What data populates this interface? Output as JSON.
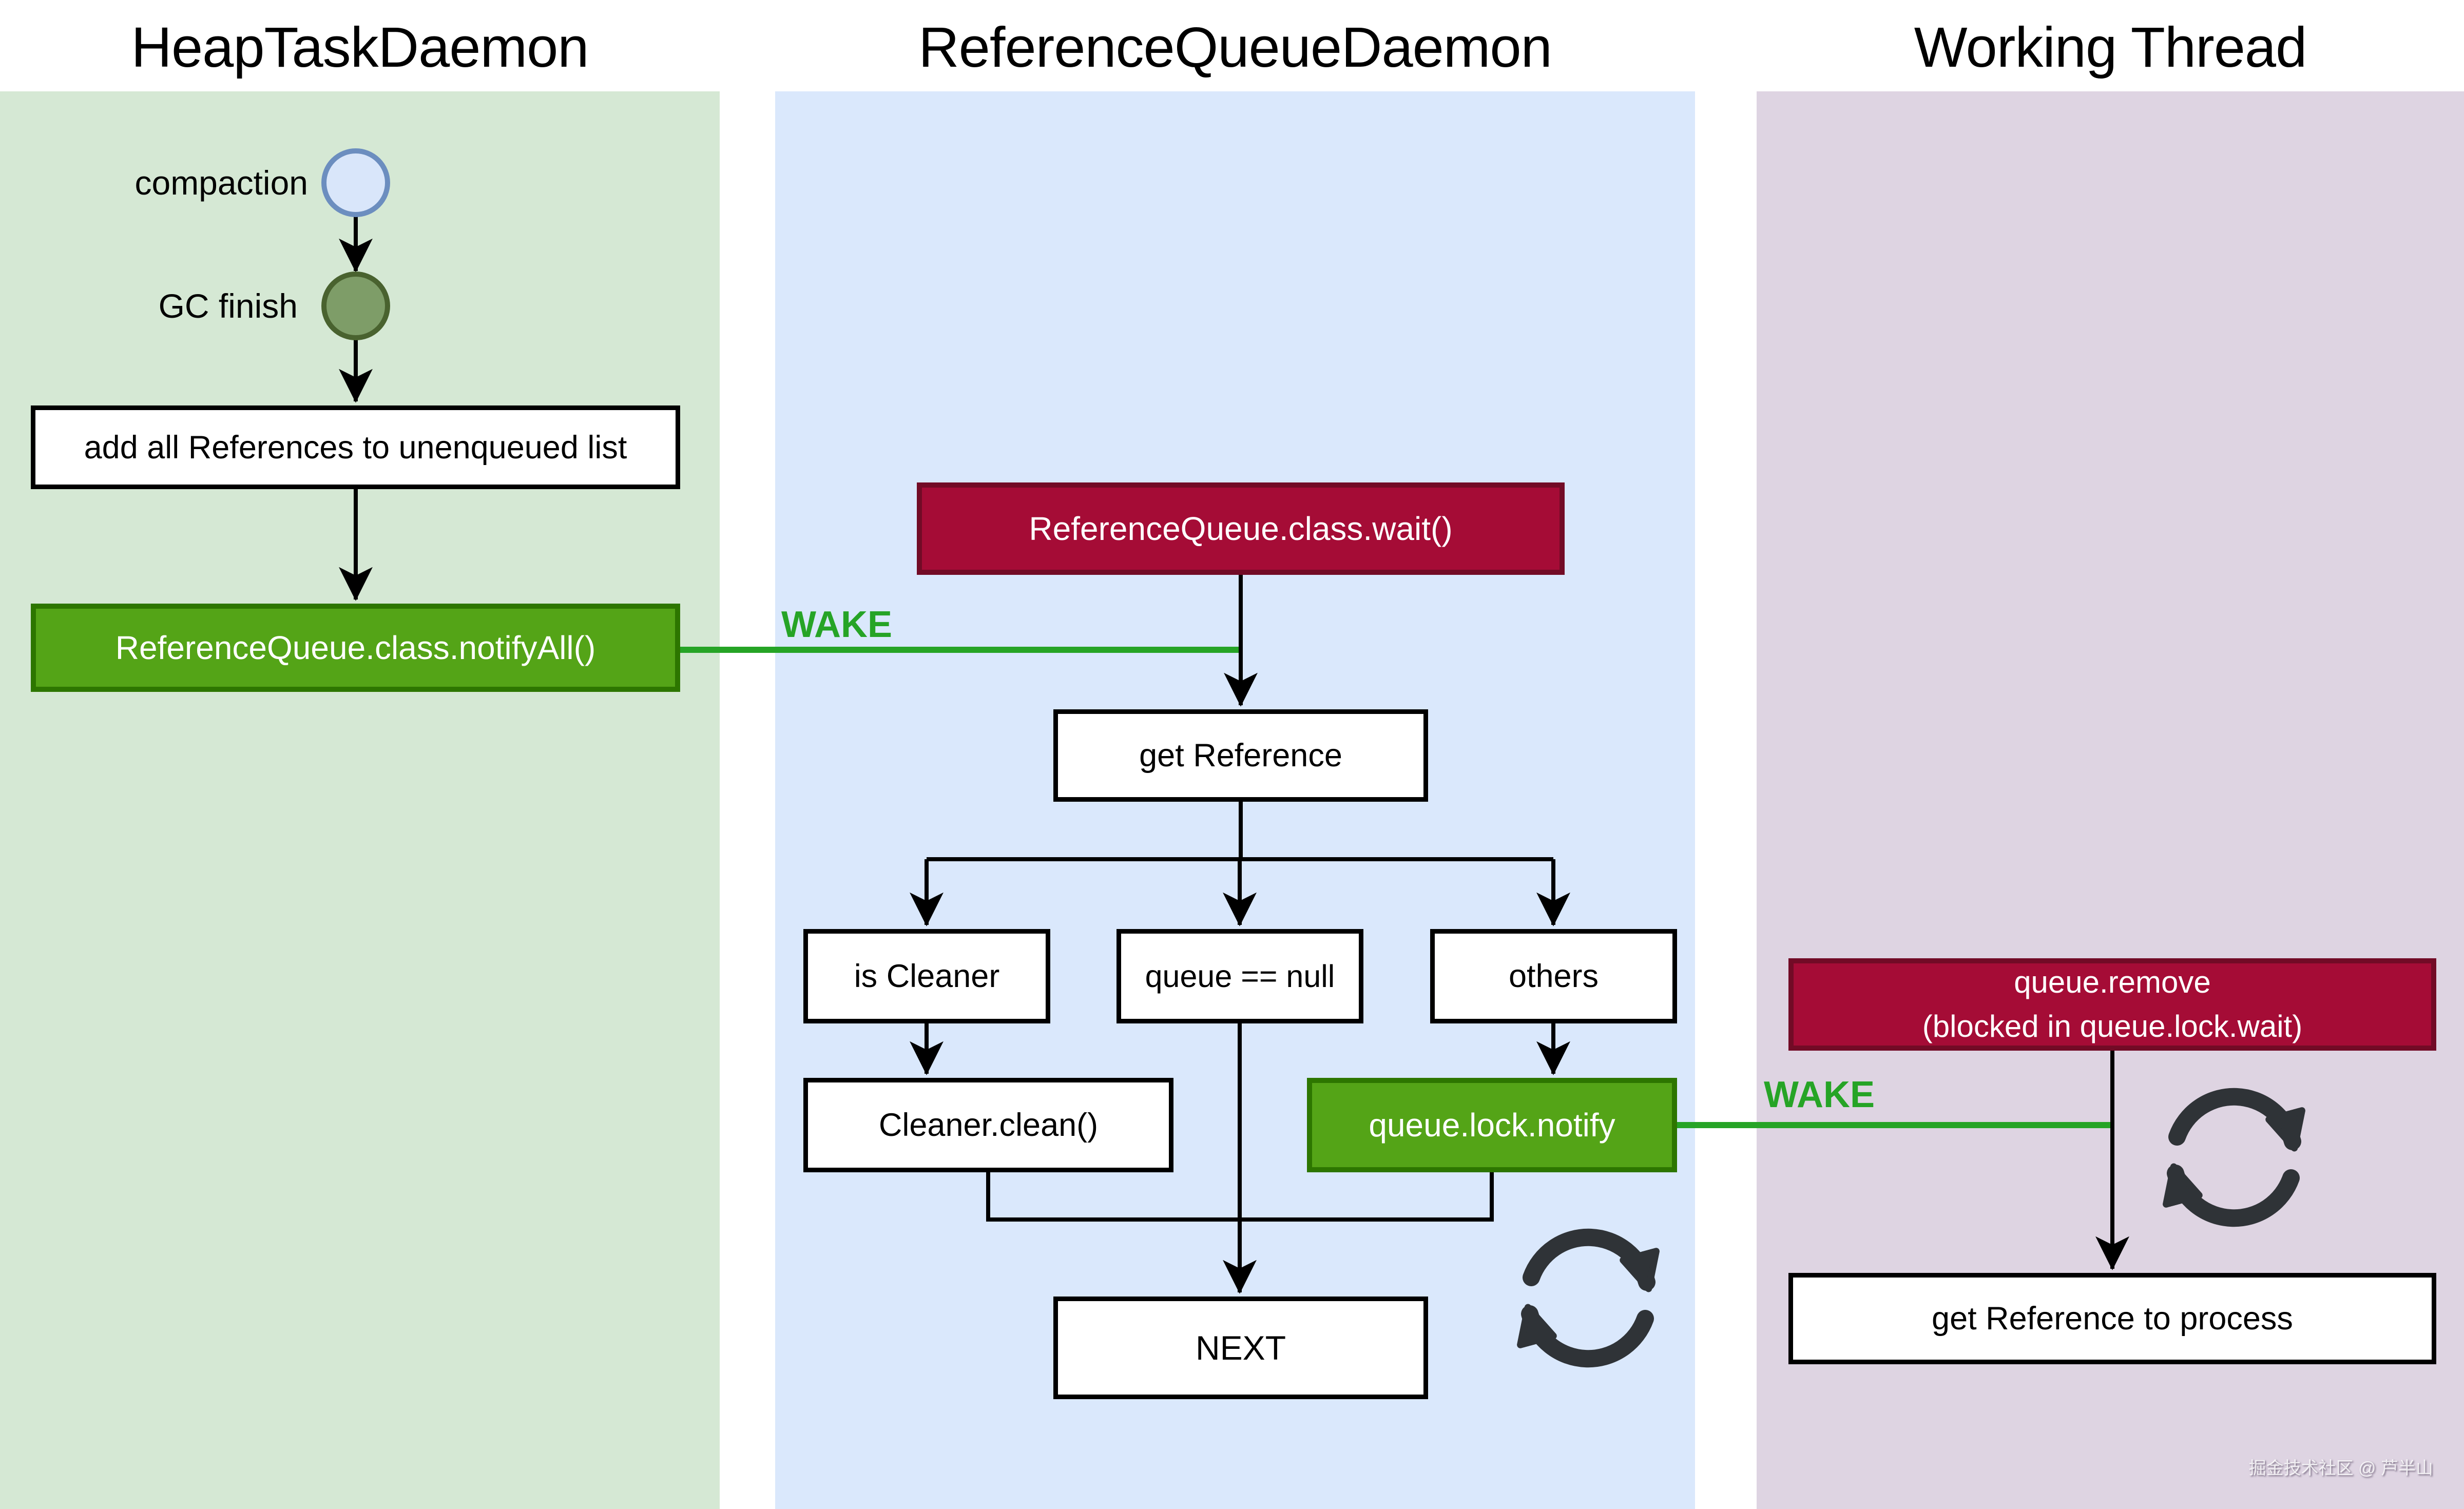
{
  "headers": {
    "left": "HeapTaskDaemon",
    "middle": "ReferenceQueueDaemon",
    "right": "Working Thread"
  },
  "left_panel": {
    "compaction_label": "compaction",
    "gc_finish_label": "GC finish",
    "add_box": "add all References to unenqueued list",
    "notify_box": "ReferenceQueue.class.notifyAll()"
  },
  "middle_panel": {
    "wait_box": "ReferenceQueue.class.wait()",
    "get_reference_box": "get Reference",
    "is_cleaner_box": "is Cleaner",
    "queue_null_box": "queue == null",
    "others_box": "others",
    "cleaner_clean_box": "Cleaner.clean()",
    "queue_lock_notify_box": "queue.lock.notify",
    "next_box": "NEXT"
  },
  "right_panel": {
    "remove_line1": "queue.remove",
    "remove_line2": "(blocked in queue.lock.wait)",
    "get_process_box": "get Reference to process"
  },
  "wake": {
    "first": "WAKE",
    "second": "WAKE"
  },
  "watermark": {
    "text": "掘金技术社区 @ 芦半山"
  },
  "icons": {
    "cycle": "circular-repeat-arrows",
    "start_circle": "compaction-start-circle",
    "gc_circle": "gc-finish-circle"
  },
  "colors": {
    "panel_green": "#d5e8d4",
    "panel_blue": "#dae8fc",
    "panel_purple": "#ded4e2",
    "node_green_fill": "#54a417",
    "node_green_stroke": "#2d7600",
    "node_red_fill": "#a50c36",
    "node_red_stroke": "#720b26",
    "start_circle_fill": "#d9e6fa",
    "start_circle_stroke": "#6c8ebf",
    "gc_circle_fill": "#7e9d68",
    "gc_circle_stroke": "#49622f",
    "wake_green": "#26a426",
    "cycle_icon": "#2f3337",
    "connector_black": "#000000"
  }
}
